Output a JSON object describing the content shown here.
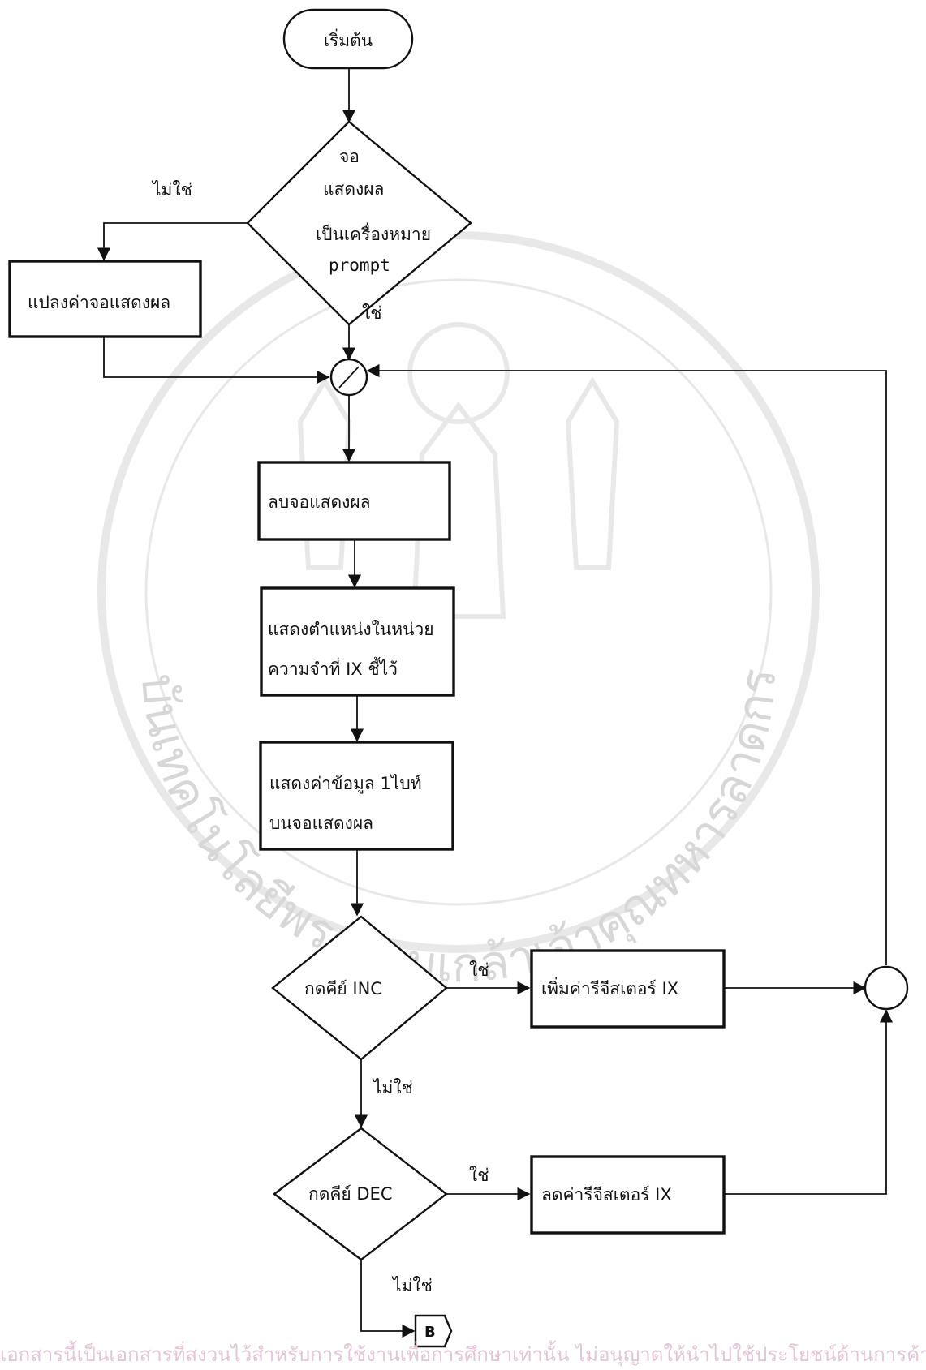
{
  "diagram": {
    "start": "เริ่มต้น",
    "decision_display": [
      "จอ",
      "แสดงผล",
      "เป็นเครื่องหมาย",
      "prompt"
    ],
    "no_label_1": "ไม่ใช่",
    "yes_label_1": "ใช่",
    "convert_display": "แปลงค่าจอแสดงผล",
    "clear_display": "ลบจอแสดงผล",
    "show_address": [
      "แสดงตำแหน่งในหน่วย",
      "ความจำที่ IX ชี้ไว้"
    ],
    "show_data": [
      "แสดงค่าข้อมูล 1ไบท์",
      "บนจอแสดงผล"
    ],
    "decision_inc": "กดคีย์ INC",
    "yes_inc": "ใช่",
    "inc_register": "เพิ่มค่ารีจีสเตอร์ IX",
    "no_inc": "ไม่ใช่",
    "decision_dec": "กดคีย์ DEC",
    "yes_dec": "ใช่",
    "dec_register": "ลดค่ารีจีสเตอร์ IX",
    "no_dec": "ไม่ใช่",
    "connector_b": "B"
  },
  "watermark": {
    "ring_text": "สถาบันเทคโนโลยีพระจอมเกล้าเจ้าคุณทหารลาดกระบัง"
  },
  "footer": {
    "notice": "เอกสารนี้เป็นเอกสารที่สงวนไว้สำหรับการใช้งานเพื่อการศึกษาเท่านั้น ไม่อนุญาตให้นำไปใช้ประโยชน์ด้านการค้า"
  },
  "colors": {
    "ink": "#111111",
    "footer": "#e4c4d8",
    "watermark": "#999999"
  }
}
